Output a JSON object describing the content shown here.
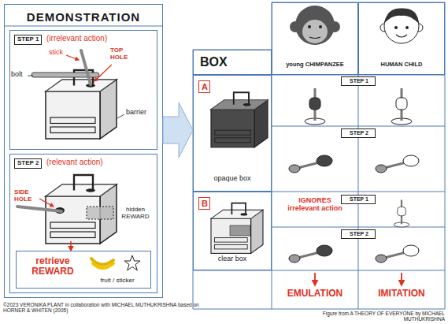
{
  "diagram": {
    "nodes": [
      {
        "text": [
          "DEMONSTRATION"
        ]
      },
      {
        "text": [
          "STEP 1",
          "(irrelevant action)"
        ],
        "in": 0
      },
      {
        "text": [
          "STEP 2",
          "(relevant action)"
        ],
        "in": 0
      },
      {
        "text": [
          "retrieve REWARD",
          "fruit / sticker"
        ],
        "in": 2
      },
      {
        "text": [
          "BOX"
        ]
      },
      {
        "text": [
          "young CHIMPANZEE"
        ]
      },
      {
        "text": [
          "HUMAN CHILD"
        ]
      },
      {
        "text": [
          "A",
          "opaque box"
        ]
      },
      {
        "text": [
          "B",
          "clear box"
        ]
      },
      {
        "text": [
          "STEP 1"
        ]
      },
      {
        "text": [
          "STEP 2"
        ]
      },
      {
        "text": [
          "STEP 1"
        ]
      },
      {
        "text": [
          "STEP 2"
        ]
      }
    ],
    "edges": [
      {
        "from": 0,
        "to": 7,
        "arrow": "to"
      }
    ],
    "labels": [
      "stick",
      "TOP HOLE",
      "bolt",
      "barrier",
      "SIDE HOLE",
      "hidden REWARD",
      "IGNORES irrelevant action",
      "EMULATION",
      "IMITATION",
      "©2023 VERONIKA PLANT in collaboration with MICHAEL MUTHUKRISHNA based on HORNER & WHITEN (2005)",
      "Figure from A THEORY OF EVERYONE by MICHAEL MUTHUKRISHNA"
    ]
  }
}
